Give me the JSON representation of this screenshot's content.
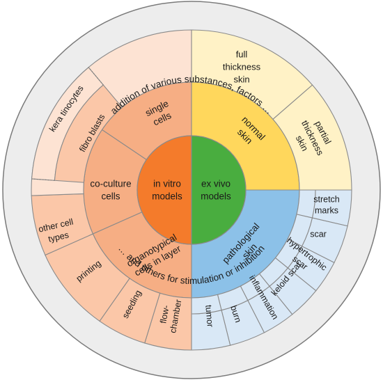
{
  "outer_ring": {
    "top_text": "addition of various substances, factors …",
    "bottom_text": "… and others for stimulation or inhibition"
  },
  "colors": {
    "ring_fill": "#ededed",
    "ring_stroke": "#7a7a7a",
    "in_vitro_center": "#f47b2b",
    "in_vitro_middle": "#f6ae84",
    "in_vitro_outer": "#fde3d3",
    "in_vitro_outer_strong": "#fbc7a8",
    "ex_vivo_center": "#49ad3f",
    "normal_middle": "#ffd75c",
    "normal_outer": "#fff2c6",
    "pathological_middle": "#8cc1e8",
    "pathological_outer": "#d9e8f6"
  },
  "center": {
    "in_vitro": [
      "in vitro",
      "models"
    ],
    "ex_vivo": [
      "ex vivo",
      "models"
    ]
  },
  "middle": {
    "single_cells": [
      "single",
      "cells"
    ],
    "co_culture": [
      "co-culture",
      "cells"
    ],
    "organotypical": [
      "organotypical",
      "cells in layer"
    ],
    "normal_skin": [
      "normal",
      "skin"
    ],
    "pathological_skin": [
      "pathological",
      "skin"
    ]
  },
  "outer": {
    "keratinocytes": "kera tinocytes",
    "fibroblasts": "fibro blasts",
    "other_cell_types": [
      "other cell",
      "types"
    ],
    "printing": "printing",
    "seeding": "seeding",
    "flow_chamber": [
      "flow-",
      "chamber"
    ],
    "full_thickness": [
      "full",
      "thickness",
      "skin"
    ],
    "partial_thickness": [
      "partial",
      "thickness",
      "skin"
    ],
    "stretch_marks": [
      "stretch",
      "marks"
    ],
    "scar": "scar",
    "hypertrophic_scar": [
      "hypertrophic",
      "scar"
    ],
    "keloid_scar": "keloid scar",
    "inflammation": "inflammation",
    "burn": "burn",
    "tumor": "tumor"
  }
}
